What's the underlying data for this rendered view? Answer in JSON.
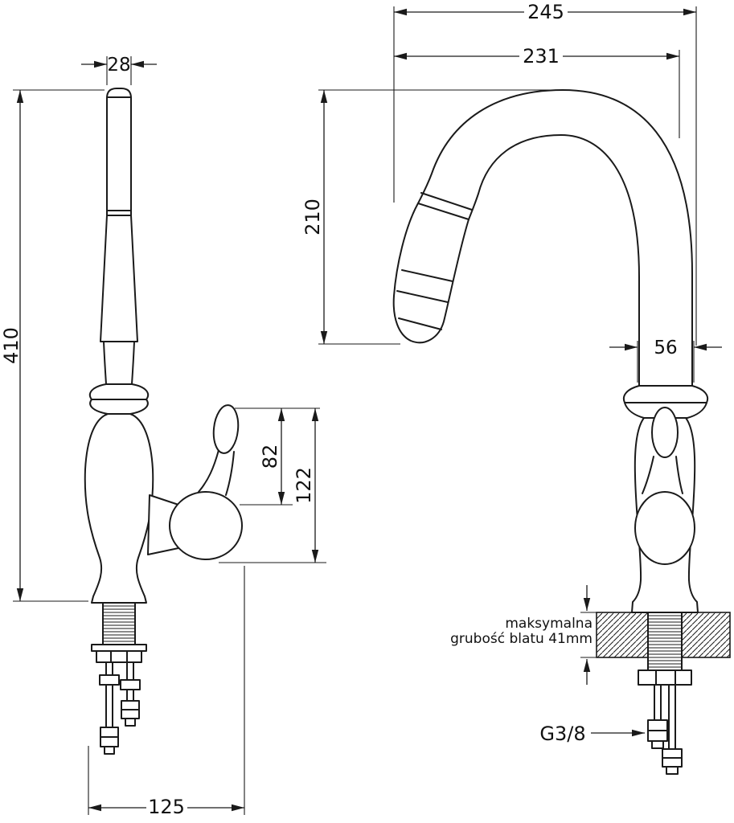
{
  "colors": {
    "line": "#1a1a1a",
    "background": "#ffffff"
  },
  "diagram": {
    "left_figure": {
      "dim_spout_width": "28",
      "dim_total_height": "410",
      "dim_handle_height": "82",
      "dim_handle_total_height": "122",
      "dim_base_depth": "125"
    },
    "right_figure": {
      "dim_total_reach": "245",
      "dim_spout_reach": "231",
      "dim_spout_height": "210",
      "dim_body_width": "56",
      "counter_note_line1": "maksymalna",
      "counter_note_line2": "grubość blatu 41mm",
      "thread_label": "G3/8"
    }
  }
}
